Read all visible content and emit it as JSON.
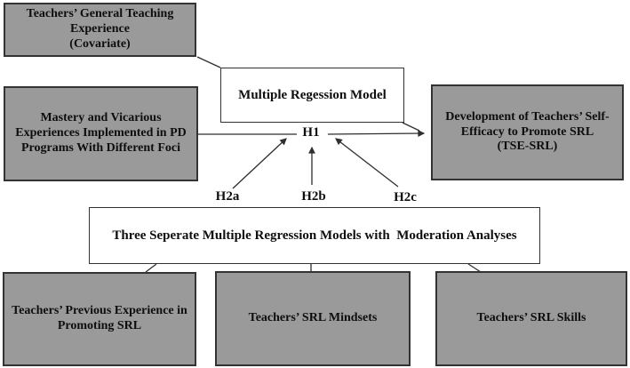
{
  "colors": {
    "canvas_bg": "#ffffff",
    "node_gray_fill": "#9a9a9a",
    "node_white_fill": "#ffffff",
    "node_border": "#333333",
    "edge_stroke": "#2e2e2e",
    "text": "#0e0e0e"
  },
  "nodes": {
    "covariate": {
      "lines": [
        "Teachers’ General Teaching",
        "Experience",
        "(Covariate)"
      ]
    },
    "pd_experiences": {
      "lines": [
        "Mastery and Vicarious",
        "Experiences Implemented in PD",
        "Programs With Different Foci"
      ]
    },
    "regression_model": {
      "lines": [
        "Multiple Regession Model"
      ]
    },
    "tse_srl": {
      "lines": [
        "Development of Teachers’ Self-",
        "Efficacy to Promote SRL",
        "(TSE-SRL)"
      ]
    },
    "moderation_models": {
      "lines": [
        "Three Seperate Multiple Regression Models with  Moderation Analyses"
      ]
    },
    "previous_experience": {
      "lines": [
        "Teachers’ Previous Experience in",
        "Promoting SRL"
      ]
    },
    "srl_mindsets": {
      "lines": [
        "Teachers’ SRL Mindsets"
      ]
    },
    "srl_skills": {
      "lines": [
        "Teachers’ SRL Skills"
      ]
    }
  },
  "edge_labels": {
    "h1": "H1",
    "h2a": "H2a",
    "h2b": "H2b",
    "h2c": "H2c"
  }
}
